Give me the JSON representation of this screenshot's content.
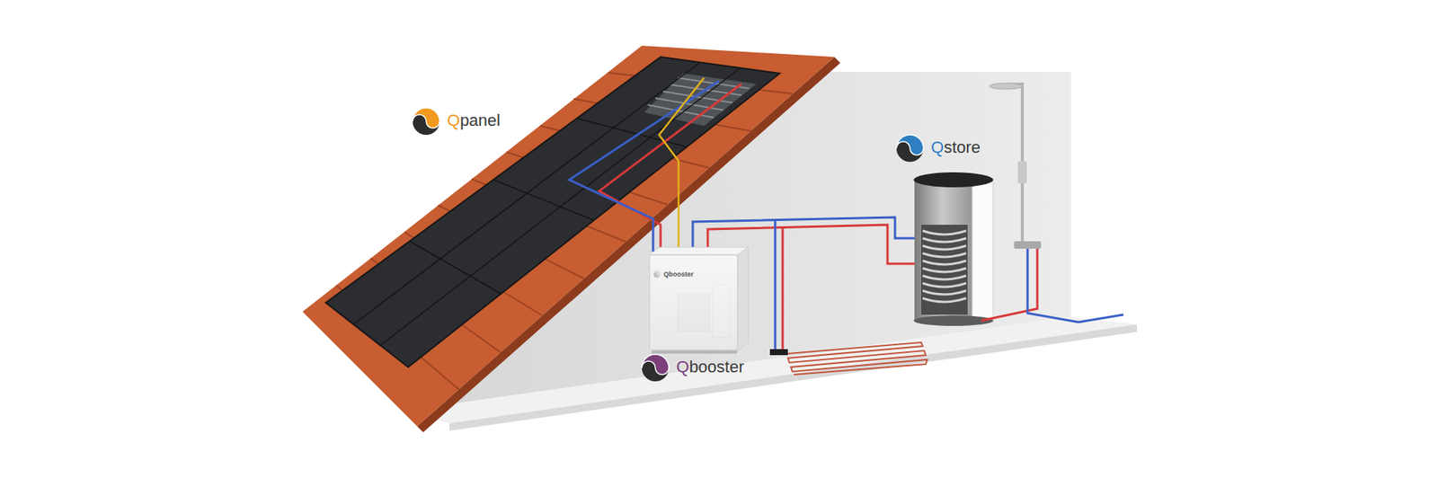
{
  "diagram": {
    "nodes": [
      {
        "text": [
          "Qbooster"
        ]
      }
    ],
    "labels": [
      "Qpanel",
      "Qstore",
      "Qbooster"
    ]
  }
}
